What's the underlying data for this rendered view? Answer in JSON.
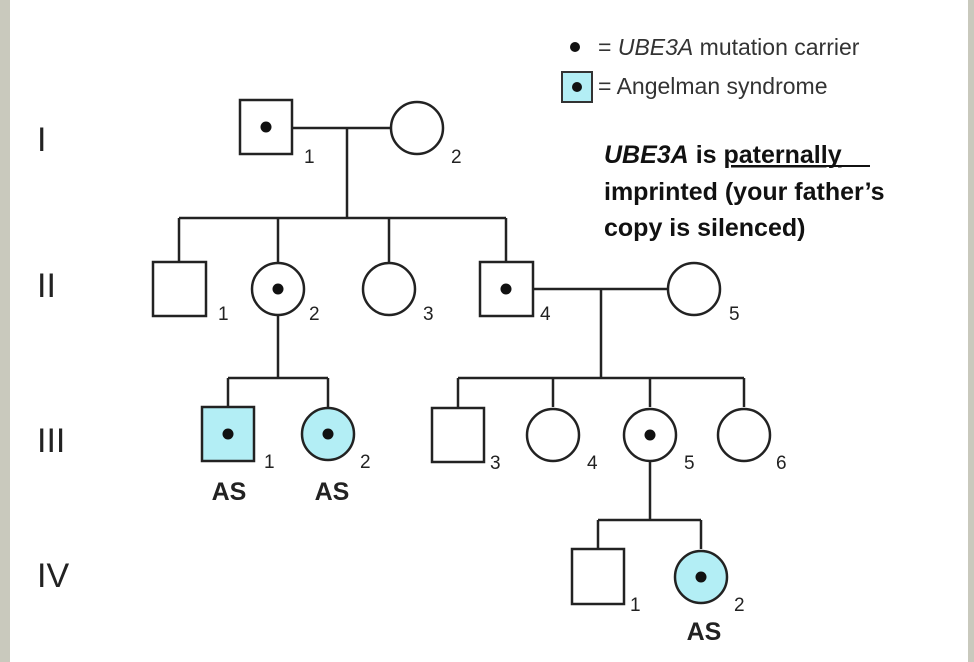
{
  "legend": {
    "carrier_sep": "=",
    "carrier_gene": "UBE3A",
    "carrier_text": " mutation carrier",
    "as_sep": "=",
    "as_text": "Angelman syndrome"
  },
  "note": {
    "line1_gene": "UBE3A",
    "line1_is": " is ",
    "line1_underlined": "paternally",
    "line2": "imprinted (your father’s",
    "line3": "copy is silenced)"
  },
  "generations": [
    "I",
    "II",
    "III",
    "IV"
  ],
  "individuals": {
    "I-1": "1",
    "I-2": "2",
    "II-1": "1",
    "II-2": "2",
    "II-3": "3",
    "II-4": "4",
    "II-5": "5",
    "III-1": "1",
    "III-2": "2",
    "III-3": "3",
    "III-4": "4",
    "III-5": "5",
    "III-6": "6",
    "IV-1": "1",
    "IV-2": "2"
  },
  "affected_label": "AS",
  "colors": {
    "affected_fill": "#b3eef5",
    "unaffected_fill": "#ffffff",
    "dot": "#111111"
  }
}
